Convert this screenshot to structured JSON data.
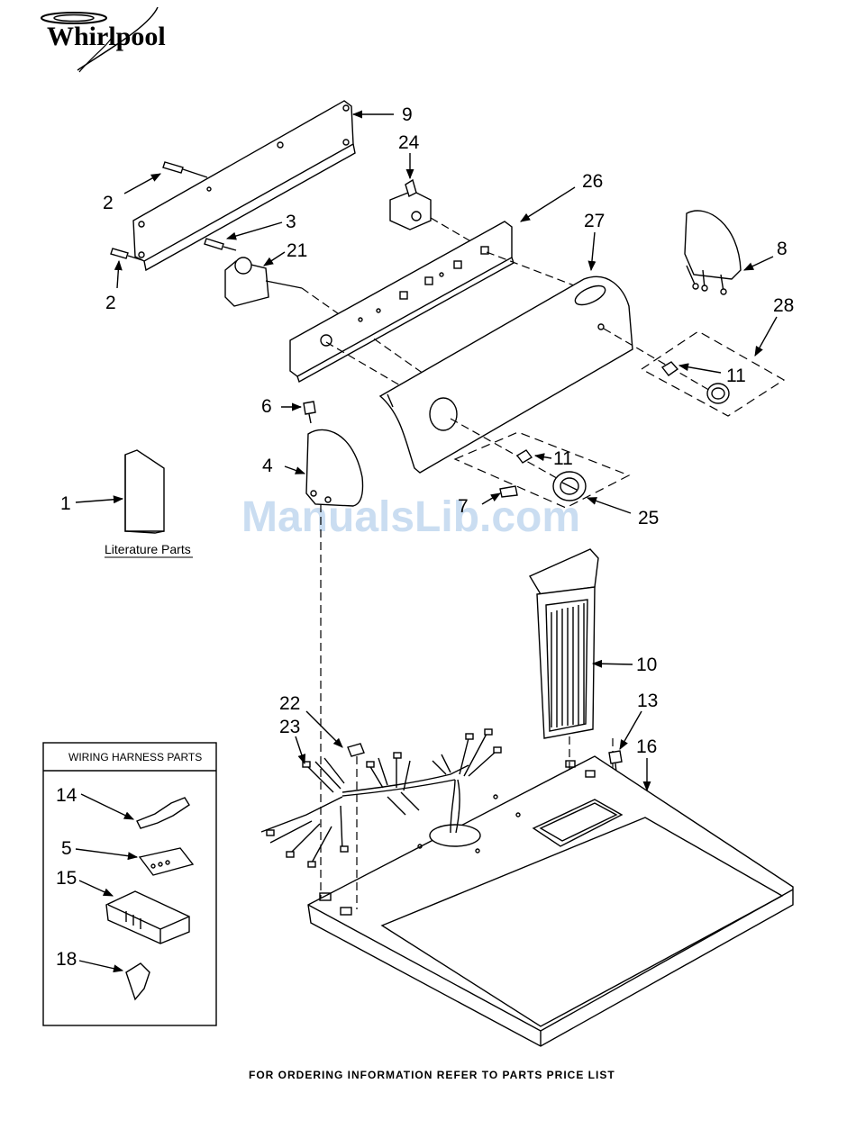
{
  "brand": {
    "name": "Whirlpool"
  },
  "watermark": "ManualsLib.com",
  "footer": "FOR ORDERING INFORMATION REFER TO PARTS PRICE LIST",
  "literature": {
    "number": "1",
    "label": "Literature Parts"
  },
  "wiring_box": {
    "title": "WIRING HARNESS PARTS",
    "items": [
      {
        "number": "14",
        "icon": "terminal-icon"
      },
      {
        "number": "5",
        "icon": "connector-block-icon"
      },
      {
        "number": "15",
        "icon": "connector-housing-icon"
      },
      {
        "number": "18",
        "icon": "clip-icon"
      }
    ]
  },
  "callouts": {
    "c2a": "2",
    "c2b": "2",
    "c3": "3",
    "c4": "4",
    "c6": "6",
    "c7": "7",
    "c8": "8",
    "c9": "9",
    "c10": "10",
    "c11a": "11",
    "c11b": "11",
    "c13": "13",
    "c16": "16",
    "c21": "21",
    "c22": "22",
    "c23": "23",
    "c24": "24",
    "c25": "25",
    "c26": "26",
    "c27": "27",
    "c28": "28"
  }
}
